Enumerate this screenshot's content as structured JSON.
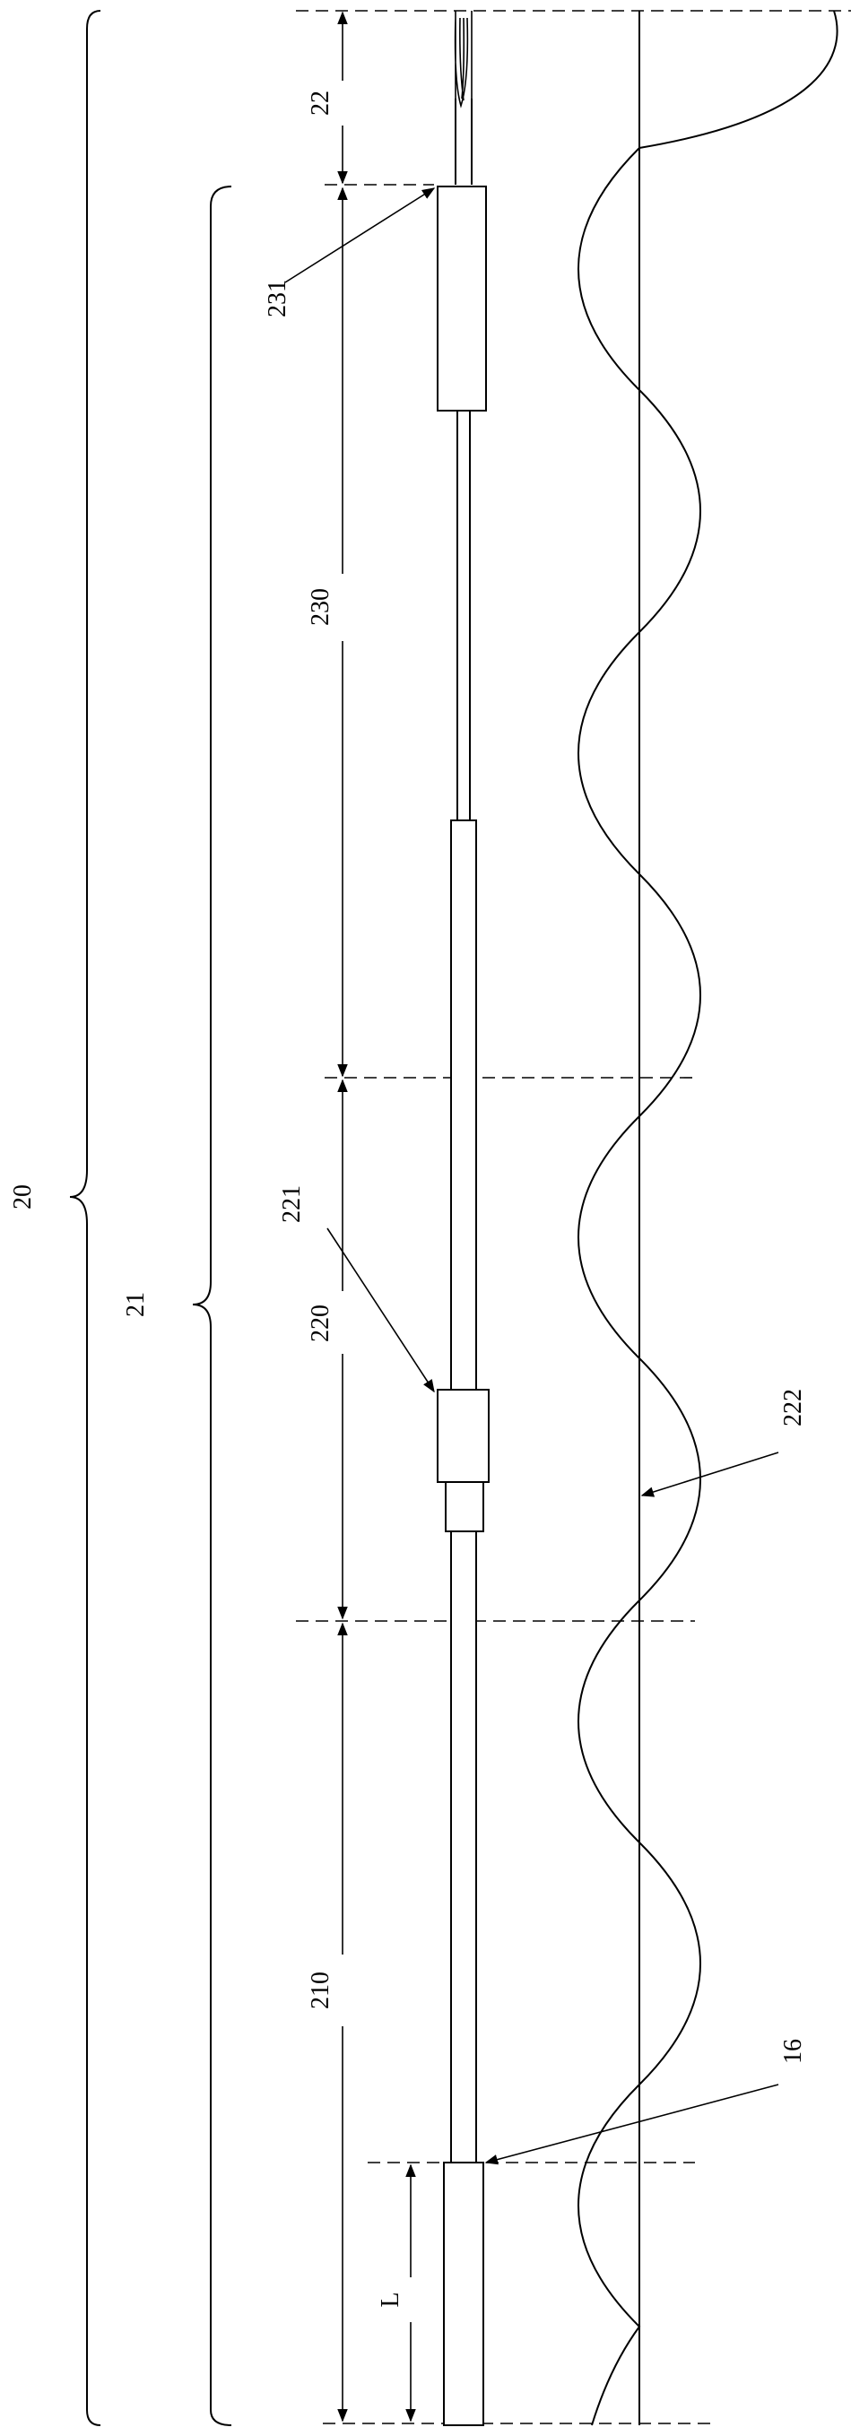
{
  "figure": {
    "labels": {
      "n20": "20",
      "n21": "21",
      "n22": "22",
      "n231": "231",
      "n230": "230",
      "n221": "221",
      "n220": "220",
      "n210": "210",
      "n222": "222",
      "n16": "16",
      "L": "L"
    }
  }
}
